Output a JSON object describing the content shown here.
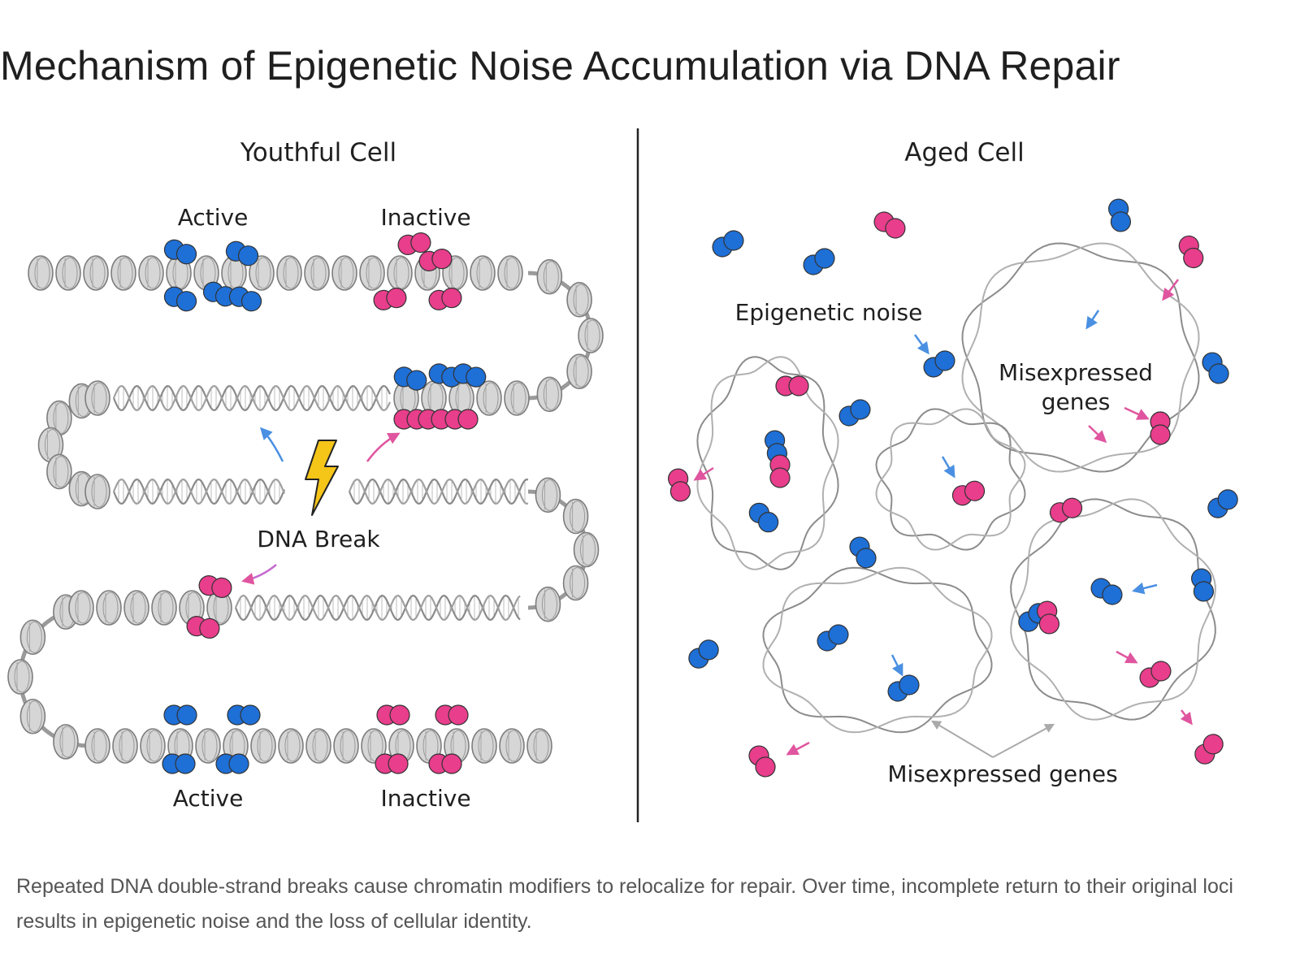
{
  "title": "Mechanism of Epigenetic Noise Accumulation via DNA Repair",
  "colors": {
    "active_modifier": "#1e6fd6",
    "inactive_modifier": "#e83e8c",
    "chromatin": "#cfcfcf",
    "break_bolt": "#f5c518",
    "divider": "#222222"
  },
  "panels": {
    "youthful": {
      "title": "Youthful Cell",
      "active_top": "Active",
      "inactive_top": "Inactive",
      "break_label": "DNA Break",
      "active_bottom": "Active",
      "inactive_bottom": "Inactive"
    },
    "aged": {
      "title": "Aged Cell",
      "noise_label": "Epigenetic noise",
      "misexpressed_upper": [
        "Misexpressed",
        "genes"
      ],
      "misexpressed_lower": "Misexpressed genes"
    }
  },
  "caption": "Repeated DNA double-strand breaks cause chromatin modifiers to relocalize for repair. Over time, incomplete return to their original loci results in epigenetic noise and the loss of cellular identity."
}
